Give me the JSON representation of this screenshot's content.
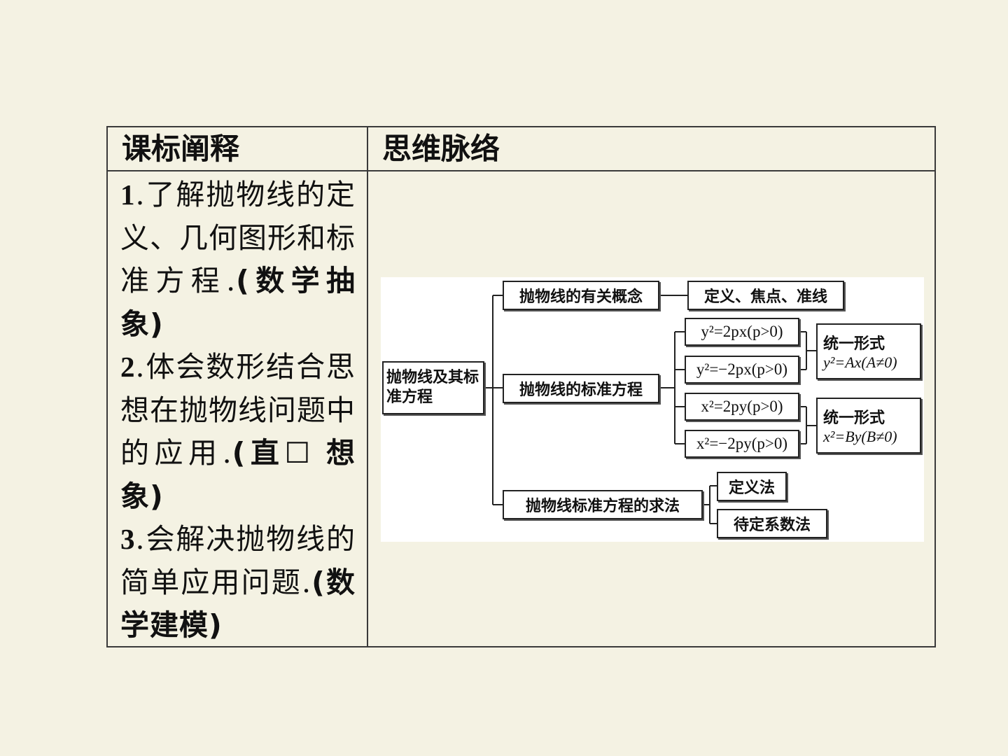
{
  "table": {
    "header_left": "课标阐释",
    "header_right": "思维脉络"
  },
  "objectives": [
    {
      "num": "1",
      "text": ".了解抛物线的定义、几何图形和标准方程.",
      "tag": "(数学抽象)"
    },
    {
      "num": "2",
      "text": ".体会数形结合思想在抛物线问题中的应用.",
      "tag": "(直☐ 想象)"
    },
    {
      "num": "3",
      "text": ".会解决抛物线的简单应用问题.",
      "tag": "(数学建模)"
    }
  ],
  "mindmap": {
    "root": "抛物线及其标准方程",
    "branch_concept": "抛物线的有关概念",
    "concept_leaf": "定义、焦点、准线",
    "branch_equation": "抛物线的标准方程",
    "eq1": "y²=2px(p>0)",
    "eq2": "y²=−2px(p>0)",
    "eq3": "x²=2py(p>0)",
    "eq4": "x²=−2py(p>0)",
    "unified1_title": "统一形式",
    "unified1_formula": "y²=Ax(A≠0)",
    "unified2_title": "统一形式",
    "unified2_formula": "x²=By(B≠0)",
    "branch_method": "抛物线标准方程的求法",
    "method1": "定义法",
    "method2": "待定系数法"
  }
}
